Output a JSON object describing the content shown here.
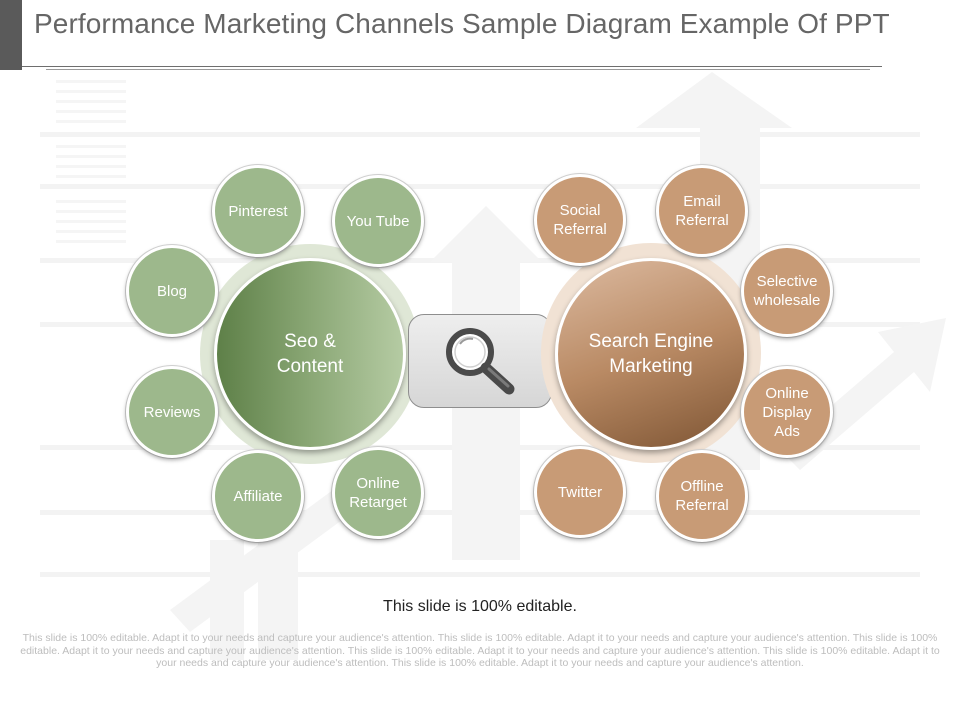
{
  "title": "Performance Marketing Channels Sample Diagram Example Of PPT",
  "left_group": {
    "center_label": "Seo & Content",
    "items": [
      "Pinterest",
      "You Tube",
      "Blog",
      "Reviews",
      "Affiliate",
      "Online Retarget"
    ]
  },
  "right_group": {
    "center_label": "Search Engine Marketing",
    "items": [
      "Social Referral",
      "Email Referral",
      "Selective wholesale",
      "Online Display Ads",
      "Twitter",
      "Offline Referral"
    ]
  },
  "center_icon": "magnifier-icon",
  "editable_note": "This slide is 100% editable.",
  "footer_text": "This slide is 100% editable. Adapt it to your needs and capture your audience's attention. This slide is 100% editable. Adapt it to your needs and capture your audience's attention. This slide is 100% editable. Adapt it to your needs and capture your audience's attention. This slide is 100% editable. Adapt it to your needs and capture your audience's attention. This slide is 100% editable. Adapt it to your needs and capture your audience's attention. This slide is 100% editable. Adapt it to your needs and capture your audience's attention.",
  "colors": {
    "green": "#9db88c",
    "brown": "#c89b76",
    "title_text": "#666666"
  }
}
